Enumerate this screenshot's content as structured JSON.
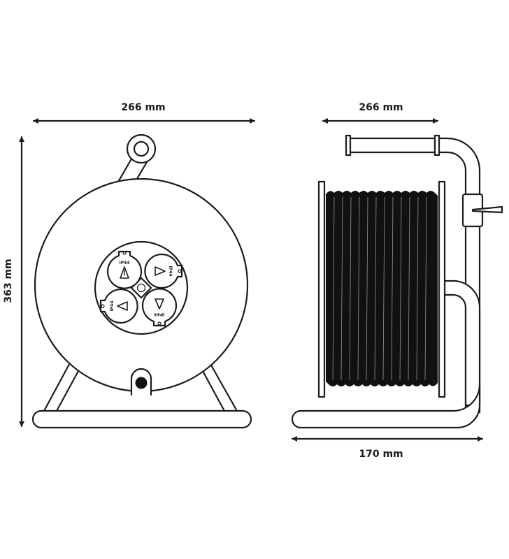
{
  "dimensions": {
    "front_width": "266 mm",
    "front_height": "363 mm",
    "side_top_width": "266 mm",
    "side_bottom_width": "170 mm"
  },
  "sockets": {
    "rating_label": "IP44"
  },
  "colors": {
    "stroke": "#1c1c1c",
    "background": "#ffffff",
    "cable": "#111111"
  }
}
